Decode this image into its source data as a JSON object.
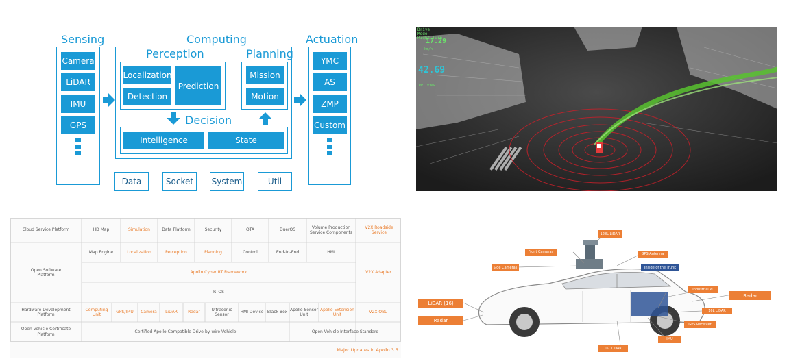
{
  "architecture": {
    "sensing": {
      "title": "Sensing",
      "items": [
        "Camera",
        "LiDAR",
        "IMU",
        "GPS"
      ]
    },
    "computing": {
      "title": "Computing",
      "perception": {
        "title": "Perception",
        "localization": "Localization",
        "detection": "Detection",
        "prediction": "Prediction"
      },
      "planning": {
        "title": "Planning",
        "mission": "Mission",
        "motion": "Motion"
      },
      "decision": {
        "title": "Decision",
        "intelligence": "Intelligence",
        "state": "State"
      }
    },
    "actuation": {
      "title": "Actuation",
      "items": [
        "YMC",
        "AS",
        "ZMP",
        "Custom"
      ]
    },
    "bottom": [
      "Data",
      "Socket",
      "System",
      "Util"
    ],
    "accent": "#1a9ad6"
  },
  "lidar_view": {
    "hud_top": [
      "Drive",
      "Mode",
      "Right Turn"
    ],
    "hud_value": "17.29",
    "hud_sub": "km/h",
    "speed": "42.69",
    "view_label": "RPT View"
  },
  "apollo_table": {
    "rows": {
      "cloud": "Cloud Service Platform",
      "open_software": "Open Software Platform",
      "hardware": "Hardware Development Platform",
      "vehicle": "Open Vehicle Certificate Platform"
    },
    "cloud_items": [
      "HD Map",
      "Simulation",
      "Data Platform",
      "Security",
      "OTA",
      "DuerOS",
      "Volume Production Service Components"
    ],
    "v2x_roadside": "V2X Roadside Service",
    "software_items": [
      "Map Engine",
      "Localization",
      "Perception",
      "Planning",
      "Control",
      "End-to-End",
      "HMI"
    ],
    "framework": "Apollo Cyber RT Framework",
    "rtos": "RTOS",
    "v2x_adapter": "V2X Adapter",
    "hardware_items": [
      "Computing Unit",
      "GPS/IMU",
      "Camera",
      "LiDAR",
      "Radar",
      "Ultrasonic Sensor",
      "HMI Device",
      "Black Box",
      "Apollo Sensor Unit",
      "Apollo Extension Unit"
    ],
    "v2x_obu": "V2X OBU",
    "vehicle_left": "Certified Apollo Compatible Drive-by-wire Vehicle",
    "vehicle_right": "Open Vehicle Interface Standard",
    "footer": "Major Updates in Apollo 3.5",
    "highlight": "#ea7d2c"
  },
  "vehicle": {
    "labels": {
      "lidar128": "128L LiDAR",
      "front_cameras": "Front Cameras",
      "gps_antenna": "GPS Antenna",
      "side_cameras": "Side Cameras",
      "trunk": "Inside of the Trunk",
      "industrial_pc": "Industrial PC",
      "radar_right": "Radar",
      "lidar16_right": "16L LiDAR",
      "lidar_left": "LiDAR (16)",
      "radar_left": "Radar",
      "gps_receiver": "GPS Receiver",
      "imu": "IMU",
      "lidar16_bottom": "16L LiDAR"
    },
    "label_color": "#ec7f35",
    "trunk_color": "#2f5597"
  }
}
